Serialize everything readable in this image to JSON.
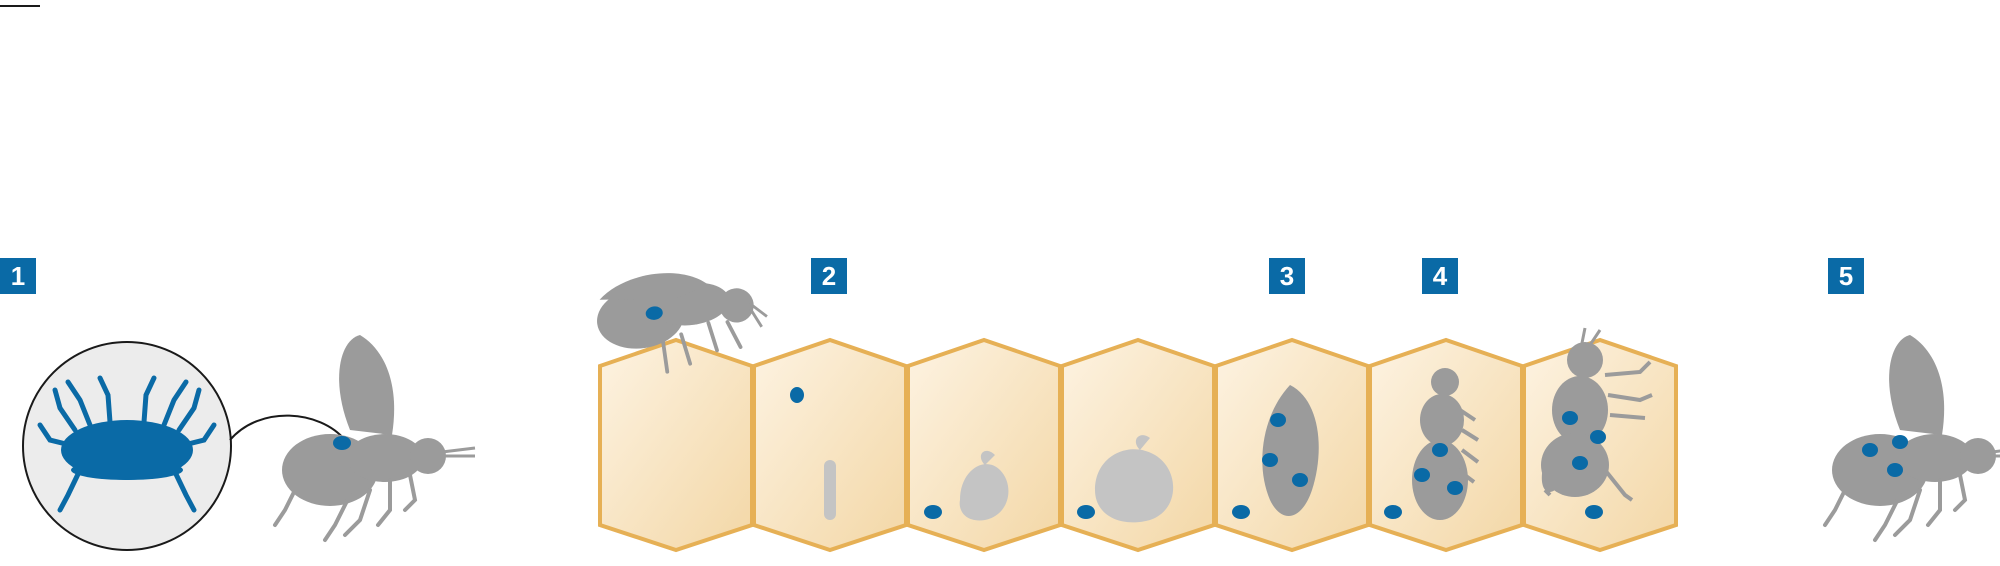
{
  "steps": [
    {
      "number": "1"
    },
    {
      "number": "2"
    },
    {
      "number": "3"
    },
    {
      "number": "4"
    },
    {
      "number": "5"
    }
  ],
  "colors": {
    "badge": "#0a6aa6",
    "mite": "#0a6aa6",
    "bee": "#9b9b9b",
    "brood": "#c4c4c4",
    "cell_border": "#e6b055",
    "cell_fill_light": "#fdf3e2",
    "cell_fill_dark": "#f3d7a6",
    "magnifier_fill": "#ececec",
    "outline": "#1a1a1a"
  },
  "icons": [
    "varroa-mite-icon",
    "honeybee-icon",
    "larva-icon",
    "pupa-icon",
    "mite-dot-icon"
  ]
}
